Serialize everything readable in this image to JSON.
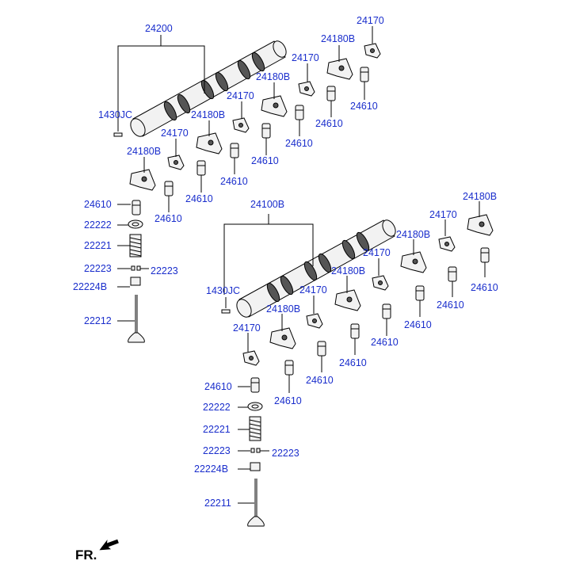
{
  "labels": {
    "camshaft_upper": "24200",
    "camshaft_lower": "24100B",
    "pin": "1430JC",
    "rocker_arm": "24180B",
    "rocker_small": "24170",
    "lash_adjuster": "24610",
    "retainer": "22222",
    "spring": "22221",
    "cotter": "22223",
    "stem_seal": "22224B",
    "valve_intake": "22212",
    "valve_exhaust": "22211"
  },
  "front_indicator": "FR."
}
